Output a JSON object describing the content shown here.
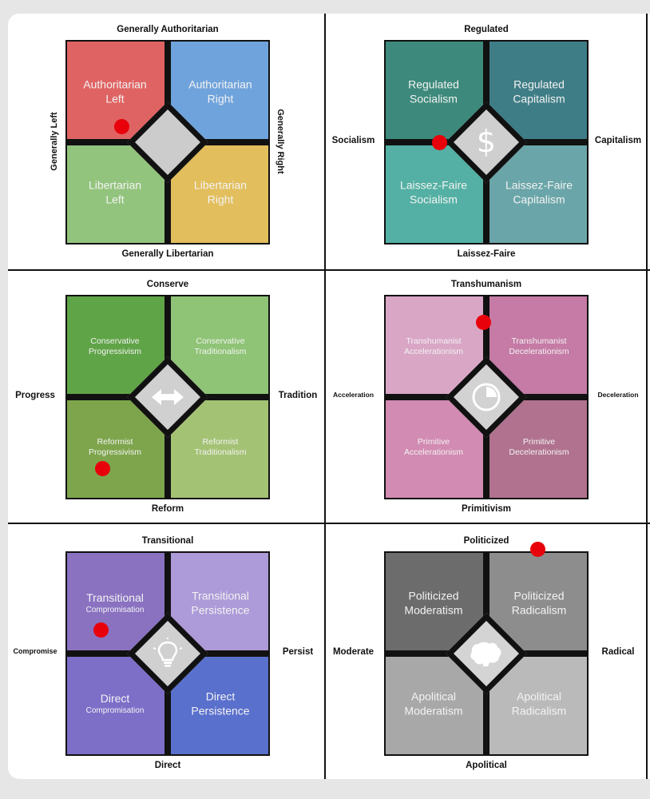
{
  "panels": [
    {
      "id": "economic-social",
      "axes": {
        "top": "Generally Authoritarian",
        "bottom": "Generally Libertarian",
        "left": "Generally Left",
        "right": "Generally Right"
      },
      "axis_style": "vertical",
      "quadrants": {
        "tl": {
          "line1": "Authoritarian",
          "line2": "Left",
          "color": "#e06363"
        },
        "tr": {
          "line1": "Authoritarian",
          "line2": "Right",
          "color": "#6fa3dc"
        },
        "bl": {
          "line1": "Libertarian",
          "line2": "Left",
          "color": "#93c47d"
        },
        "br": {
          "line1": "Libertarian",
          "line2": "Right",
          "color": "#e2be5c"
        }
      },
      "center_icon": "blank-icon",
      "center_color": "#cccccc",
      "marker": {
        "x": -0.45,
        "y": 0.15
      }
    },
    {
      "id": "market",
      "axes": {
        "top": "Regulated",
        "bottom": "Laissez-Faire",
        "left": "Socialism",
        "right": "Capitalism"
      },
      "axis_style": "horizontal",
      "quadrants": {
        "tl": {
          "line1": "Regulated",
          "line2": "Socialism",
          "color": "#3d8a7c"
        },
        "tr": {
          "line1": "Regulated",
          "line2": "Capitalism",
          "color": "#3f7d86"
        },
        "bl": {
          "line1": "Laissez-Faire",
          "line2": "Socialism",
          "color": "#54b0a4"
        },
        "br": {
          "line1": "Laissez-Faire",
          "line2": "Capitalism",
          "color": "#6aa5a9"
        }
      },
      "center_icon": "dollar-icon",
      "center_color": "#cfcfcf",
      "marker": {
        "x": -0.46,
        "y": 0.0
      }
    },
    {
      "id": "progress-tradition",
      "axes": {
        "top": "Conserve",
        "bottom": "Reform",
        "left": "Progress",
        "right": "Tradition"
      },
      "axis_style": "horizontal",
      "quadrants": {
        "tl": {
          "line1": "Conservative",
          "line2": "Progressivism",
          "color": "#60a448",
          "size": "tiny"
        },
        "tr": {
          "line1": "Conservative",
          "line2": "Traditionalism",
          "color": "#8fc476",
          "size": "tiny"
        },
        "bl": {
          "line1": "Reformist",
          "line2": "Progressivism",
          "color": "#7ea54c",
          "size": "tiny"
        },
        "br": {
          "line1": "Reformist",
          "line2": "Traditionalism",
          "color": "#a4c274",
          "size": "tiny"
        }
      },
      "center_icon": "arrows-icon",
      "center_color": "#d0d0d0",
      "marker": {
        "x": -0.64,
        "y": -0.7
      }
    },
    {
      "id": "technology",
      "axes": {
        "top": "Transhumanism",
        "bottom": "Primitivism",
        "left": "Acceleration",
        "right": "Deceleration"
      },
      "axis_style": "horizontal-small",
      "quadrants": {
        "tl": {
          "line1": "Transhumanist",
          "line2": "Accelerationism",
          "color": "#d9a6c6",
          "size": "tiny"
        },
        "tr": {
          "line1": "Transhumanist",
          "line2": "Decelerationism",
          "color": "#c57ba5",
          "size": "tiny"
        },
        "bl": {
          "line1": "Primitive",
          "line2": "Accelerationism",
          "color": "#d28bb2",
          "size": "tiny"
        },
        "br": {
          "line1": "Primitive",
          "line2": "Decelerationism",
          "color": "#b0728f",
          "size": "tiny"
        }
      },
      "center_icon": "clock-icon",
      "center_color": "#d2d2d2",
      "marker": {
        "x": -0.03,
        "y": 0.73
      }
    },
    {
      "id": "change",
      "axes": {
        "top": "Transitional",
        "bottom": "Direct",
        "left": "Compromise",
        "right": "Persist"
      },
      "axis_style": "horizontal-mixed",
      "quadrants": {
        "tl": {
          "line1": "Transitional",
          "line2": "Compromisation",
          "color": "#8a72c1",
          "size": "small"
        },
        "tr": {
          "line1": "Transitional",
          "line2": "Persistence",
          "color": "#ad9ad8"
        },
        "bl": {
          "line1": "Direct",
          "line2": "Compromisation",
          "color": "#7d6fc8",
          "size": "small"
        },
        "br": {
          "line1": "Direct",
          "line2": "Persistence",
          "color": "#5a70cd"
        }
      },
      "center_icon": "lightbulb-icon",
      "center_color": "#d0d0d0",
      "marker": {
        "x": -0.65,
        "y": 0.23
      }
    },
    {
      "id": "politicization",
      "axes": {
        "top": "Politicized",
        "bottom": "Apolitical",
        "left": "Moderate",
        "right": "Radical"
      },
      "axis_style": "horizontal",
      "quadrants": {
        "tl": {
          "line1": "Politicized",
          "line2": "Moderatism",
          "color": "#6c6c6c"
        },
        "tr": {
          "line1": "Politicized",
          "line2": "Radicalism",
          "color": "#8d8d8d"
        },
        "bl": {
          "line1": "Apolitical",
          "line2": "Moderatism",
          "color": "#a8a8a8"
        },
        "br": {
          "line1": "Apolitical",
          "line2": "Radicalism",
          "color": "#bababa"
        }
      },
      "center_icon": "brain-icon",
      "center_color": "#d4d4d4",
      "marker": {
        "x": 0.5,
        "y": 1.02
      }
    }
  ],
  "marker_color": "#e8000b"
}
